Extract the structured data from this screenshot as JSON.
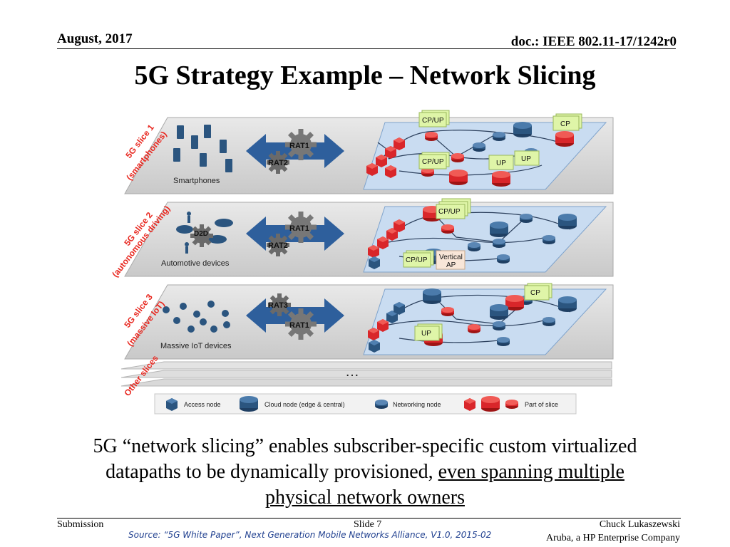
{
  "header": {
    "date": "August, 2017",
    "doc": "doc.: IEEE 802.11-17/1242r0"
  },
  "title": "5G Strategy Example – Network Slicing",
  "diagram": {
    "slices": [
      {
        "label_line1": "5G slice 1",
        "label_line2": "(smartphones)",
        "device_caption": "Smartphones",
        "rat_a": "RAT1",
        "rat_b": "RAT2",
        "functions": [
          "CP/UP",
          "CP",
          "CP/UP",
          "UP",
          "UP"
        ]
      },
      {
        "label_line1": "5G slice 2",
        "label_line2": "(autonomous driving)",
        "device_caption": "Automotive devices",
        "d2d": "D2D",
        "rat_a": "RAT1",
        "rat_b": "RAT2",
        "functions": [
          "CP/UP",
          "CP/UP"
        ],
        "vertical_ap_line1": "Vertical",
        "vertical_ap_line2": "AP"
      },
      {
        "label_line1": "5G slice 3",
        "label_line2": "(massive IoT)",
        "device_caption": "Massive IoT devices",
        "rat_a": "RAT3",
        "rat_b": "RAT1",
        "functions": [
          "CP",
          "UP"
        ]
      }
    ],
    "other_slices": "Other slices",
    "ellipsis": "…",
    "legend": {
      "access_node": "Access node",
      "cloud_node": "Cloud node (edge & central)",
      "networking_node": "Networking node",
      "part_of_slice": "Part of slice"
    },
    "colors": {
      "slice_label": "#e8271f",
      "network_plane": "#c9dcf1",
      "node_blue": "#2b557f",
      "node_red": "#d9262a",
      "function_box": "#dff5a8",
      "arrow": "#2e5f9c",
      "gear": "#6f6f6f"
    }
  },
  "caption": {
    "part1": "5G “network slicing” enables subscriber-specific custom virtualized datapaths to be dynamically provisioned, ",
    "part2": "even spanning multiple physical network owners"
  },
  "footer": {
    "left": "Submission",
    "mid": "Slide 7",
    "right1": "Chuck Lukaszewski",
    "right2": "Aruba, a HP Enterprise Company",
    "source": "Source: “5G White Paper”, Next Generation Mobile Networks Alliance, V1.0, 2015-02"
  }
}
